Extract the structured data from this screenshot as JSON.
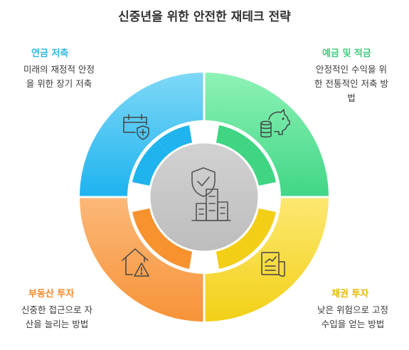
{
  "title": "신중년을 위한 안전한 재테크 전략",
  "colors": {
    "pension": "#2fbdf2",
    "deposit": "#4fdc8f",
    "bond": "#f7d83a",
    "realestate": "#f9a257",
    "center": "#c9c9c9",
    "icon_stroke": "#555555"
  },
  "quadrants": [
    {
      "key": "pension",
      "heading": "연금 저축",
      "desc_line1": "미래의 재정적 안정",
      "desc_line2": "을 위한 장기 저축",
      "icon": "calendar-shield-icon",
      "heading_color": "#2db5e8"
    },
    {
      "key": "deposit",
      "heading": "예금 및 적금",
      "desc_line1": "안정적인 수익을 위",
      "desc_line2": "한 전통적인 저축 방",
      "desc_line3": "법",
      "icon": "piggy-bank-coins-icon",
      "heading_color": "#3ecb7d"
    },
    {
      "key": "bond",
      "heading": "채권 투자",
      "desc_line1": "낮은 위험으로 고정",
      "desc_line2": "수입을 얻는 방법",
      "icon": "document-chart-icon",
      "heading_color": "#e5b800"
    },
    {
      "key": "realestate",
      "heading": "부동산 투자",
      "desc_line1": "신중한 접근으로 자",
      "desc_line2": "산을 늘리는 방법",
      "icon": "house-warning-icon",
      "heading_color": "#f08a2e"
    }
  ],
  "center_icon": "shield-buildings-icon"
}
